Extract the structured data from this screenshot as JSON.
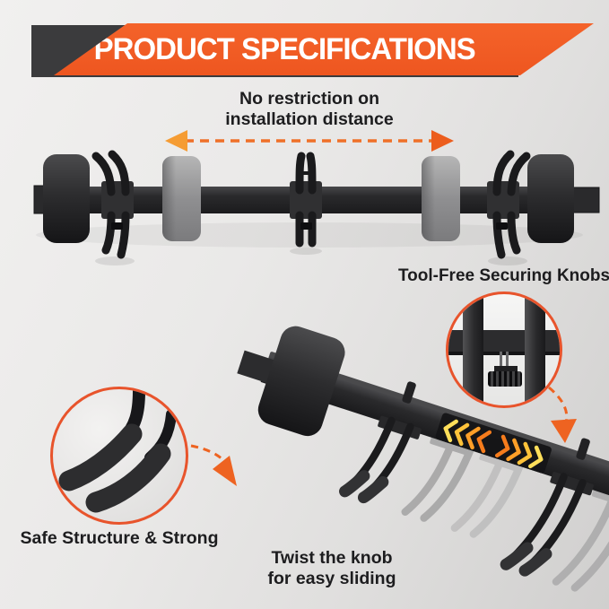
{
  "banner": {
    "title": "PRODUCT SPECIFICATIONS",
    "accent_color": "#f15b25",
    "backplate_color": "#3b3b3d",
    "text_color": "#ffffff"
  },
  "annotations": {
    "installation_distance": {
      "line1": "No restriction on",
      "line2": "installation distance",
      "icon": "double-headed-dashed-arrow"
    },
    "securing_knobs": {
      "label": "Tool-Free Securing Knobs",
      "icon": "magnifier-circle-knob"
    },
    "safe_structure": {
      "label": "Safe Structure & Strong",
      "icon": "magnifier-circle-hook-tips"
    },
    "easy_sliding": {
      "line1": "Twist the knob",
      "line2": "for easy sliding",
      "icon": "slide-direction-chevrons"
    }
  },
  "colors": {
    "wall_gray_light": "#f1f0ef",
    "wall_gray_dark": "#d0cfce",
    "arrow_orange": "#ee6321",
    "arrowhead_yellow": "#f59c33",
    "chevron_yellow": "#ffdf5a",
    "chevron_orange": "#f67c1c",
    "inset_ring_orange": "#e8542c",
    "rail_black": "#1f1f21",
    "spacer_gray": "#8f8f91"
  }
}
